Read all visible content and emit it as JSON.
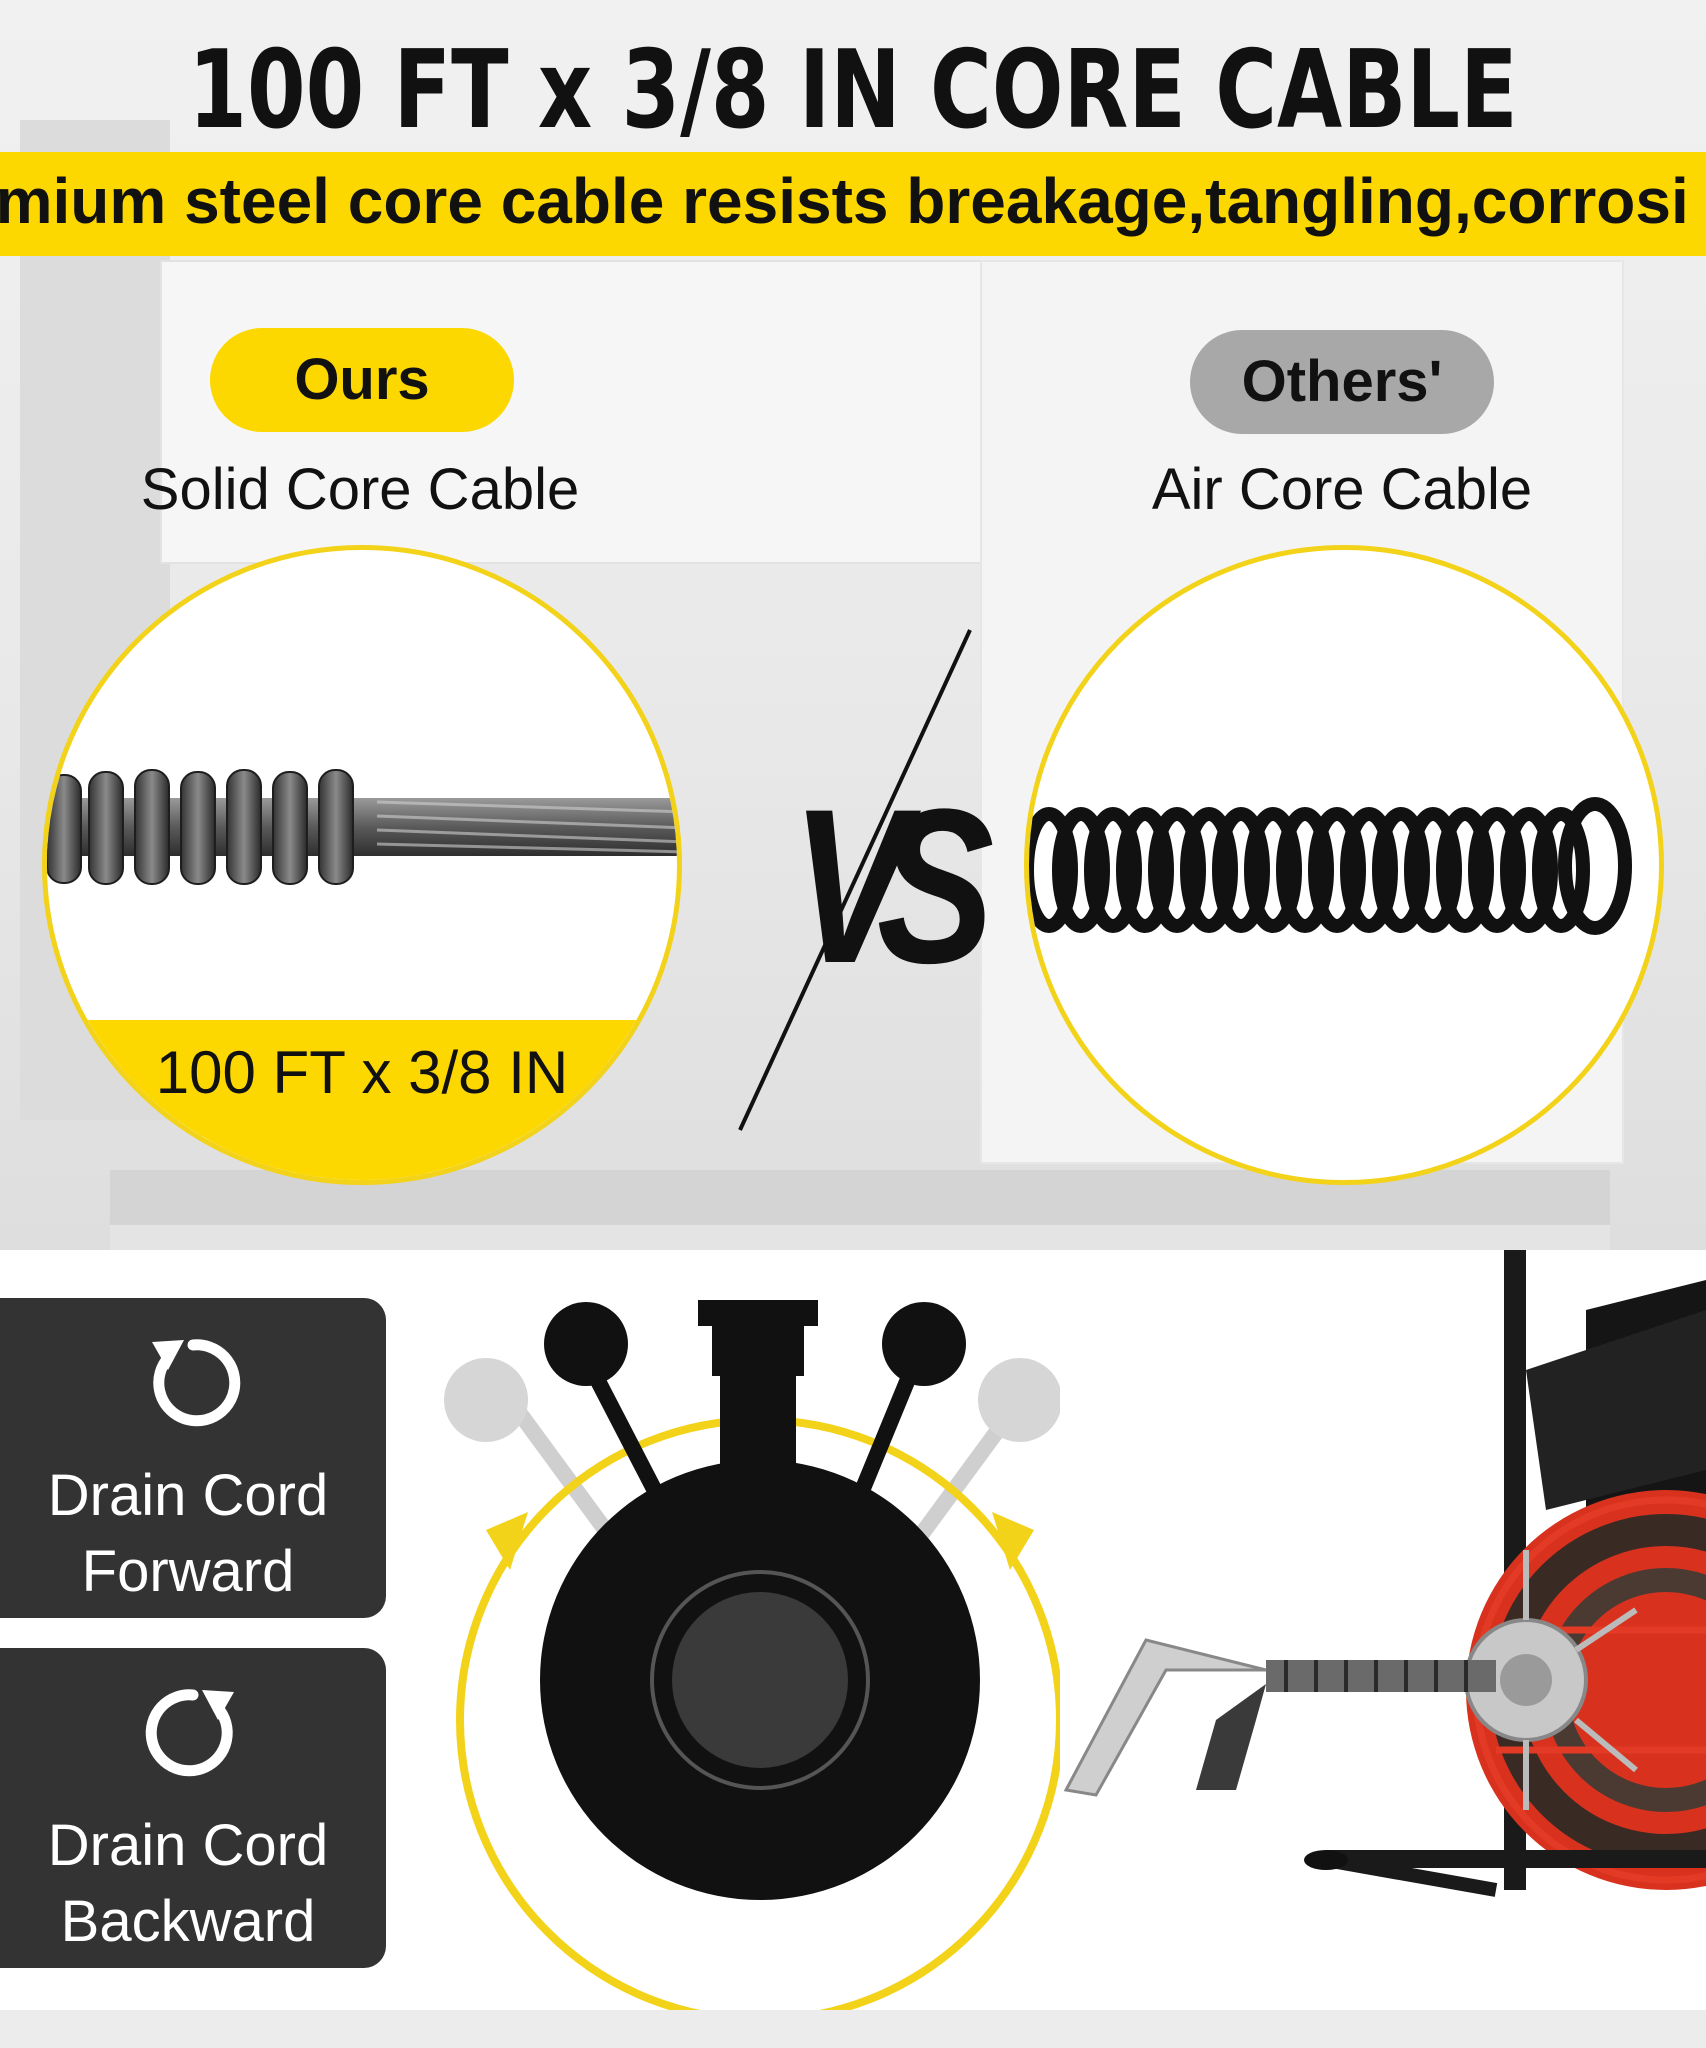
{
  "headline": "100 FT x 3/8 IN CORE CABLE",
  "banner_text": "emium steel core cable resists breakage,tangling,corrosi",
  "left": {
    "pill_label": "Ours",
    "caption": "Solid Core Cable",
    "size_label": "100 FT x 3/8 IN"
  },
  "vs_label": "VS",
  "right": {
    "pill_label": "Others'",
    "caption": "Air Core Cable"
  },
  "controls": {
    "forward_label_line1": "Drain Cord",
    "forward_label_line2": "Forward",
    "backward_label_line1": "Drain Cord",
    "backward_label_line2": "Backward"
  },
  "colors": {
    "accent_yellow": "#fcd800",
    "others_gray": "#a8a8a8",
    "panel_dark": "#333333",
    "machine_red": "#d8321e"
  },
  "icons": {
    "forward": "rotate-counterclockwise-icon",
    "backward": "rotate-clockwise-icon"
  }
}
